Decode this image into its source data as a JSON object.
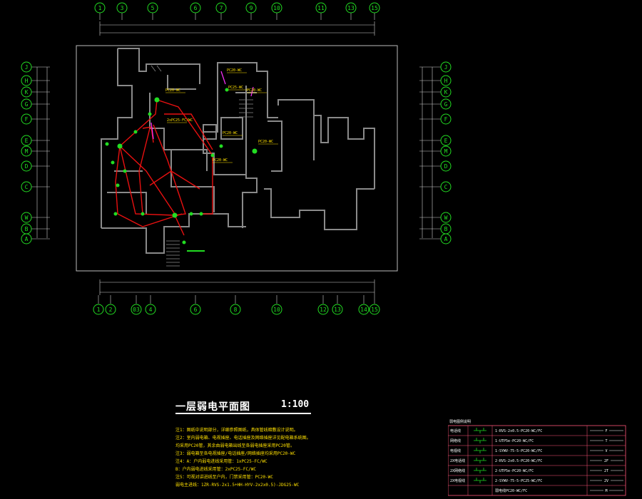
{
  "drawing": {
    "title": "一层弱电平面图",
    "scale": "1:100",
    "axes_top": [
      "1",
      "3",
      "5",
      "6",
      "7",
      "9",
      "10",
      "11",
      "13",
      "15"
    ],
    "axes_bottom": [
      "1",
      "2",
      "03",
      "4",
      "6",
      "8",
      "10",
      "12",
      "13",
      "14",
      "15"
    ],
    "axes_left": [
      "J",
      "H",
      "K",
      "G",
      "F",
      "E",
      "M",
      "D",
      "C",
      "W",
      "B",
      "A"
    ],
    "axes_right": [
      "J",
      "H",
      "K",
      "G",
      "F",
      "E",
      "M",
      "D",
      "C",
      "W",
      "B",
      "A"
    ],
    "notes": [
      "注1：图纸中说明部分，详细参照图纸，具体管线暗敷设计说明。",
      "注2：室内弱电箱、电视插座、电话插座及网络插座详见配电箱系统图。",
      "均采用PC20管，其余由弱电箱出线至各弱电插座采用PC20管。",
      "注3：弱电箱至各电视插座/电话插座/网络插座均采用PC20-WC",
      "注4：A：户内弱电进线采用管：1xPC25-FC/WC",
      "B：户内弱电进线采用管：2xPC25-FC/WC",
      "注5：可视对讲进线至户内，门禁采用管：PC20-WC",
      "弱电主进线：1ZR-RVS-2x1.5+HH-HYV-2x2x0.5)-JDG25-WC"
    ],
    "legend_title": "弱电图例说明",
    "legend_rows": [
      {
        "name": "电话线",
        "spec": "1-RVS-2x0.5-PC20-WC/FC",
        "code": "F"
      },
      {
        "name": "网络线",
        "spec": "1-UTP5e-PC20-WC/FC",
        "code": "T"
      },
      {
        "name": "电视线",
        "spec": "1-SYWV-75-5-PC20-WC/FC",
        "code": "V"
      },
      {
        "name": "2X电话线",
        "spec": "2-RVS-2x0.5-PC20-WC/FC",
        "code": "2F"
      },
      {
        "name": "2X网络线",
        "spec": "2-UTP5e-PC20-WC/FC",
        "code": "2T"
      },
      {
        "name": "2X电视线",
        "spec": "2-SYWV-75-5-PC25-WC/FC",
        "code": "2V"
      },
      {
        "name": "",
        "spec": "弱电线PC20-WC/FC",
        "code": "M"
      }
    ],
    "plan_labels": [
      "PC20-WC",
      "PC20-WC",
      "PC25-WC",
      "PC20-WC",
      "2xPC25-FC/WC",
      "PC20-WC",
      "PC20-WC",
      "PC20-WC"
    ],
    "colors": {
      "wall": "#8a8a8a",
      "wire": "#e81010",
      "green": "#22dd22",
      "yellow": "#ffe000",
      "magenta": "#ff30ff",
      "dim": "#cfcfcf",
      "border": "#ff5577"
    }
  }
}
